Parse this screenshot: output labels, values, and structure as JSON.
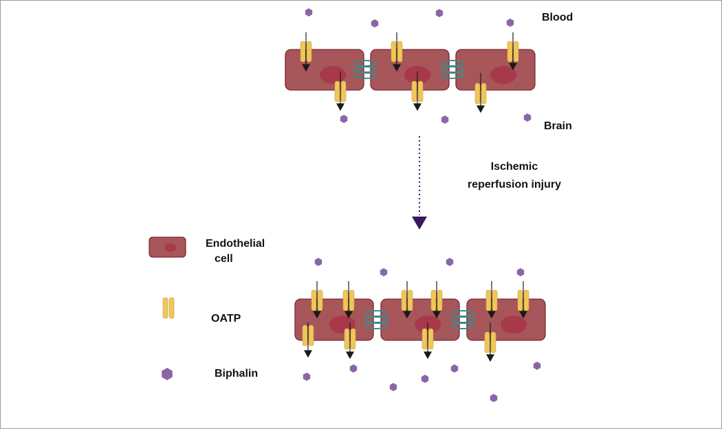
{
  "labels": {
    "blood": "Blood",
    "brain": "Brain",
    "transition_line1": "Ischemic",
    "transition_line2": "reperfusion injury"
  },
  "legend": [
    {
      "icon": "endothelial-cell",
      "line1": "Endothelial",
      "line2": "cell"
    },
    {
      "icon": "oatp-transporter",
      "line1": "OATP"
    },
    {
      "icon": "biphalin-molecule",
      "line1": "Biphalin"
    }
  ],
  "colors": {
    "cell_fill": "#a65559",
    "cell_border": "#7a2730",
    "nucleus": "#a8394a",
    "oatp": "#f0c65c",
    "biphalin": "#8a66a8",
    "tight_junction": "#3d8a8a",
    "arrow": "#1a1a1a",
    "transition_arrow": "#3a1760"
  }
}
